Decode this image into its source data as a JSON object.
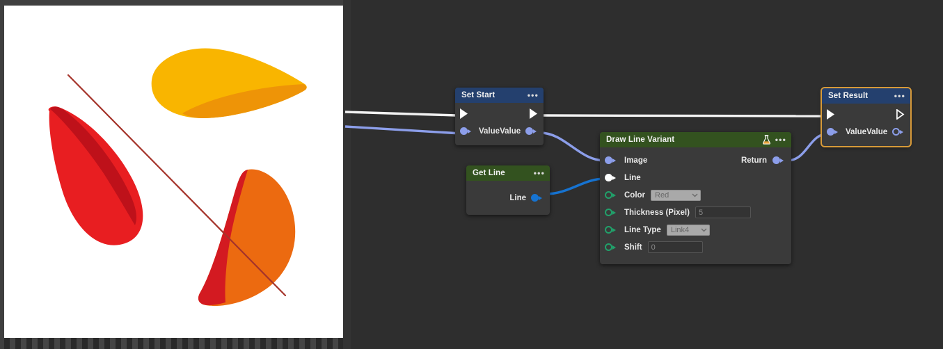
{
  "app": {
    "kind": "visual-scripting-node-graph",
    "canvas_bg": "#2e2e2e"
  },
  "preview": {
    "name": "image-preview",
    "background": "#ffffff",
    "shapes": [
      {
        "name": "yellow-petal",
        "color": "#F9B500",
        "shade": "#EE9407"
      },
      {
        "name": "red-petal",
        "color": "#E81E21",
        "shade": "#BE111A"
      },
      {
        "name": "orange-petal",
        "color": "#EC6A10",
        "shade": "#D31A21"
      },
      {
        "name": "drawn-line",
        "color": "#A5342B"
      }
    ]
  },
  "nodes": [
    {
      "id": "set-start",
      "title": "Set Start",
      "header_color": "#24406e",
      "menu": "•••",
      "selected": false,
      "exec_in": true,
      "exec_out": true,
      "input_label": "Value",
      "output_label": "Value"
    },
    {
      "id": "set-result",
      "title": "Set Result",
      "header_color": "#24406e",
      "menu": "•••",
      "selected": true,
      "selection_color": "#d79a39",
      "exec_in": true,
      "exec_out": true,
      "input_label": "Value",
      "output_label": "Value"
    },
    {
      "id": "get-line",
      "title": "Get Line",
      "header_color": "#33521f",
      "menu": "•••",
      "selected": false,
      "output_label": "Line"
    },
    {
      "id": "draw-line-variant",
      "title": "Draw Line Variant",
      "header_color": "#33521f",
      "menu": "•••",
      "badge_icon": "flask-icon",
      "selected": false,
      "output_label": "Return",
      "inputs": [
        {
          "label": "Image",
          "pin": "blue-filled",
          "widget": null
        },
        {
          "label": "Line",
          "pin": "white-filled",
          "widget": null
        },
        {
          "label": "Color",
          "pin": "green-ring",
          "widget": {
            "type": "select",
            "value": "Red"
          }
        },
        {
          "label": "Thickness (Pixel)",
          "pin": "green-ring",
          "widget": {
            "type": "text",
            "value": "5"
          }
        },
        {
          "label": "Line Type",
          "pin": "green-ring",
          "widget": {
            "type": "select",
            "value": "Link4"
          }
        },
        {
          "label": "Shift",
          "pin": "green-ring",
          "widget": {
            "type": "text",
            "value": "0"
          }
        }
      ]
    }
  ],
  "wires": [
    {
      "name": "exec-left-to-set-start",
      "type": "exec",
      "color": "#ffffff"
    },
    {
      "name": "data-left-to-set-start-value",
      "type": "data",
      "color": "#8c9eea"
    },
    {
      "name": "exec-set-start-to-set-result",
      "type": "exec",
      "color": "#ffffff"
    },
    {
      "name": "data-set-start-to-image",
      "type": "data",
      "color": "#8c9eea"
    },
    {
      "name": "data-get-line-to-line",
      "type": "data",
      "color": "#1673d1"
    },
    {
      "name": "data-return-to-set-result",
      "type": "data",
      "color": "#8c9eea"
    }
  ],
  "colors": {
    "pin_blue": "#8c9eea",
    "pin_white": "#ffffff",
    "pin_green": "#21a06a",
    "wire_line_blue": "#1673d1",
    "node_body": "#3a3a3a",
    "header_blue": "#24406e",
    "header_green": "#33521f",
    "selection": "#d79a39"
  }
}
